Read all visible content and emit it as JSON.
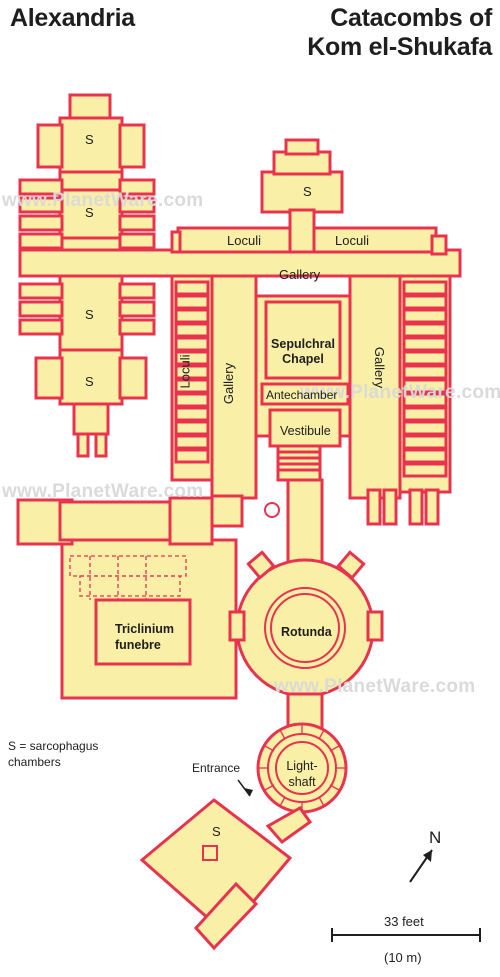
{
  "header": {
    "city": "Alexandria",
    "site_line1": "Catacombs of",
    "site_line2": "Kom el-Shukafa"
  },
  "labels": {
    "s": "S",
    "loculi": "Loculi",
    "gallery": "Gallery",
    "sepulchral_line1": "Sepulchral",
    "sepulchral_line2": "Chapel",
    "antechamber": "Antechamber",
    "vestibule": "Vestibule",
    "triclinium_line1": "Triclinium",
    "triclinium_line2": "funebre",
    "rotunda": "Rotunda",
    "lightshaft_line1": "Light-",
    "lightshaft_line2": "shaft",
    "entrance": "Entrance"
  },
  "legend": {
    "line1": "S = sarcophagus",
    "line2": "chambers"
  },
  "compass": {
    "letter": "N"
  },
  "scale": {
    "feet": "33 feet",
    "meters": "(10 m)"
  },
  "watermark": "www.PlanetWare.com",
  "colors": {
    "fill": "#f9efa6",
    "wall": "#e8334f",
    "text": "#1e1e1e",
    "watermark": "#d9d9d9"
  }
}
